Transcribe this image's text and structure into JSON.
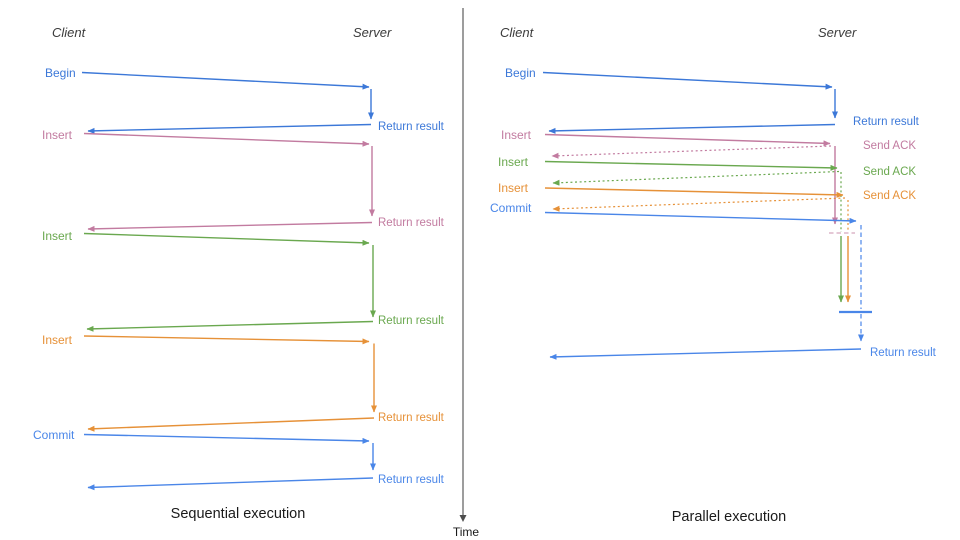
{
  "colors": {
    "blue": "#3c78d8",
    "commit_blue": "#4a86e8",
    "pink": "#c27ba0",
    "light_pink": "#d5a6bd",
    "green": "#6aa84f",
    "orange": "#e69138",
    "axis": "#4d4d4d",
    "heading": "#3b3b3b",
    "title": "#1a1a1a"
  },
  "time_axis": {
    "label": "Time"
  },
  "left_panel": {
    "title": "Sequential execution",
    "client": "Client",
    "server": "Server",
    "ops": [
      {
        "label": "Begin",
        "response": "Return result"
      },
      {
        "label": "Insert",
        "response": "Return result"
      },
      {
        "label": "Insert",
        "response": "Return result"
      },
      {
        "label": "Insert",
        "response": "Return result"
      },
      {
        "label": "Commit",
        "response": "Return result"
      }
    ]
  },
  "right_panel": {
    "title": "Parallel execution",
    "client": "Client",
    "server": "Server",
    "ops": [
      {
        "label": "Begin",
        "response": "Return result"
      },
      {
        "label": "Insert",
        "response": "Send ACK"
      },
      {
        "label": "Insert",
        "response": "Send ACK"
      },
      {
        "label": "Insert",
        "response": "Send ACK"
      },
      {
        "label": "Commit",
        "response": "Return result"
      }
    ]
  }
}
